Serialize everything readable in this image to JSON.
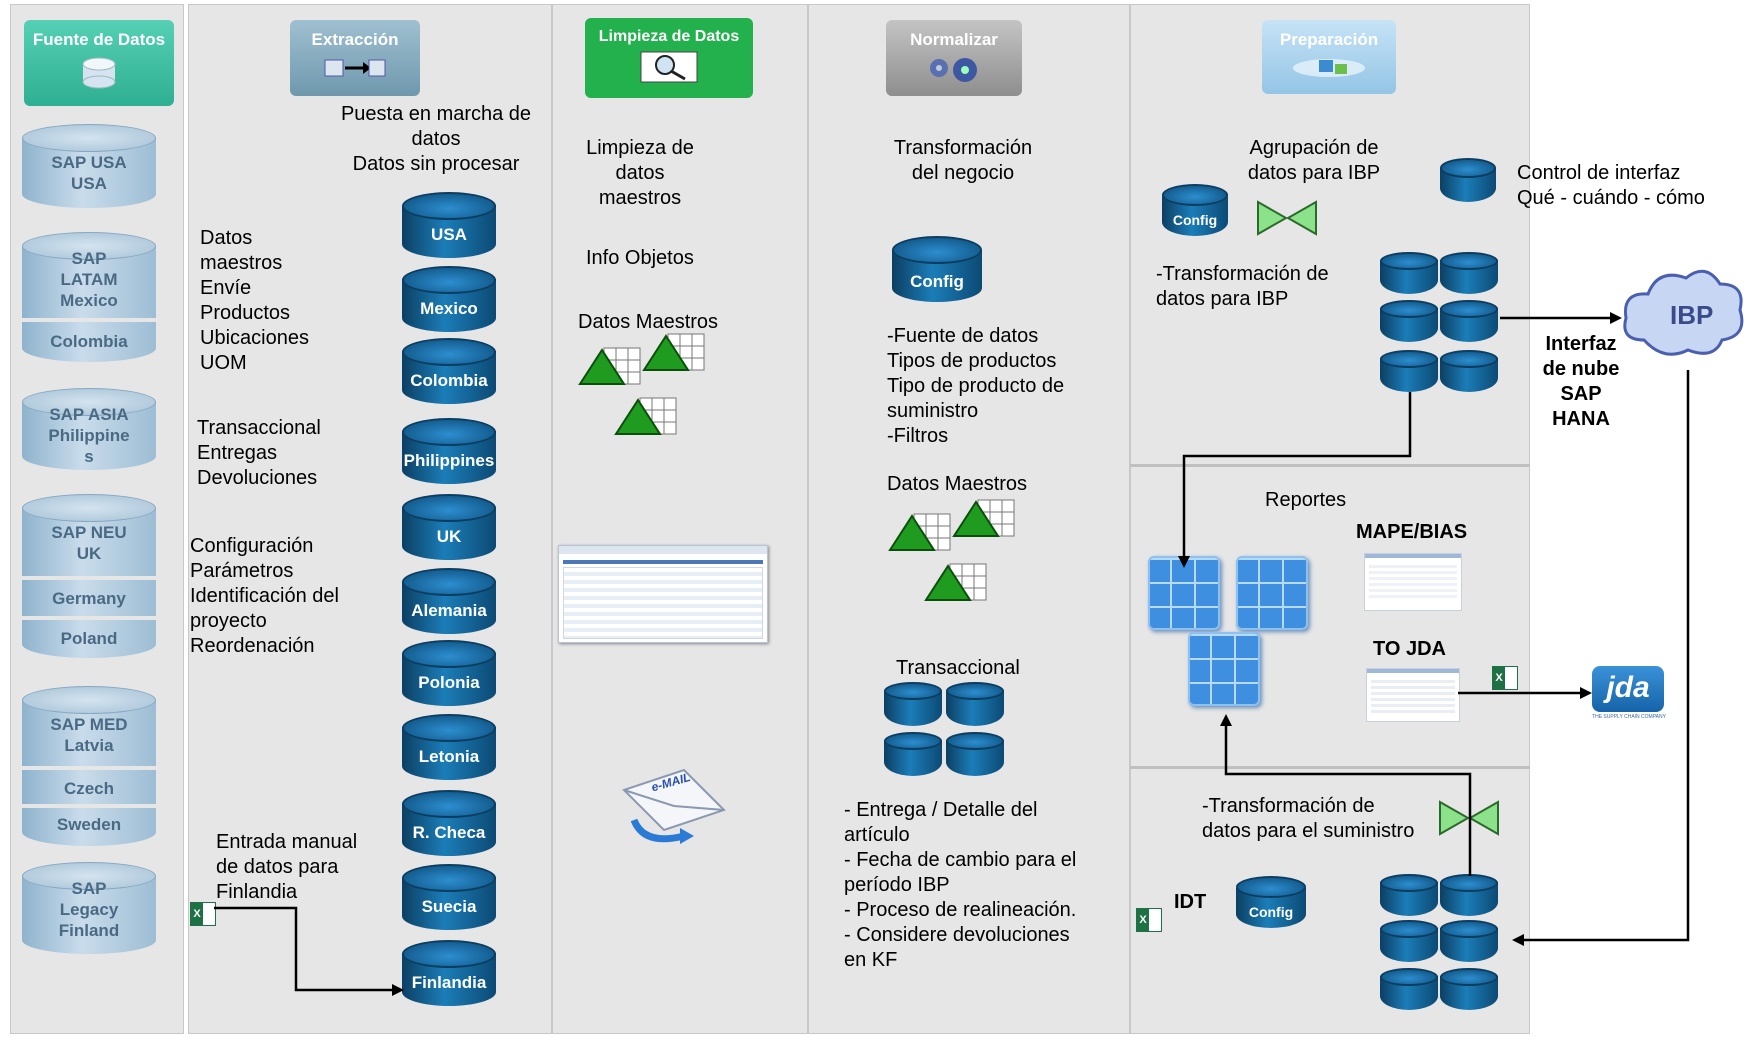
{
  "headers": {
    "fuente": "Fuente de Datos",
    "extraccion": "Extracción",
    "limpieza": "Limpieza de Datos",
    "normalizar": "Normalizar",
    "preparacion": "Preparación"
  },
  "sources": [
    {
      "lines": [
        "SAP USA",
        "USA"
      ]
    },
    {
      "lines": [
        "SAP",
        "LATAM",
        "Mexico"
      ],
      "sub": [
        "Colombia"
      ]
    },
    {
      "lines": [
        "SAP ASIA",
        "Philippine",
        "s"
      ]
    },
    {
      "lines": [
        "SAP NEU",
        "UK"
      ],
      "sub": [
        "Germany",
        "Poland"
      ]
    },
    {
      "lines": [
        "SAP MED",
        "Latvia"
      ],
      "sub": [
        "Czech",
        "Sweden"
      ]
    },
    {
      "lines": [
        "SAP",
        "Legacy",
        "Finland"
      ]
    }
  ],
  "extraccion": {
    "heading": "Puesta en marcha de\ndatos\nDatos sin procesar",
    "maestros": "Datos\nmaestros\nEnvíe\nProductos\nUbicaciones\nUOM",
    "transaccional": "Transaccional\nEntregas\nDevoluciones",
    "configuracion": "Configuración\nParámetros\nIdentificación del\nproyecto\nReordenación",
    "manual": "Entrada manual\nde datos para\nFinlandia",
    "databases": [
      "USA",
      "Mexico",
      "Colombia",
      "Philippines",
      "UK",
      "Alemania",
      "Polonia",
      "Letonia",
      "R. Checa",
      "Suecia",
      "Finlandia"
    ]
  },
  "limpieza": {
    "title": "Limpieza de\ndatos\nmaestros",
    "info": "Info Objetos",
    "maestros": "Datos Maestros",
    "email_icon": "e-MAIL"
  },
  "normalizar": {
    "title": "Transformación\ndel negocio",
    "config": "Config",
    "fuente": "-Fuente de datos\nTipos de productos\nTipo de producto de\nsuministro\n-Filtros",
    "maestros": "Datos Maestros",
    "transaccional": "Transaccional",
    "notes": "- Entrega / Detalle del\nartículo\n- Fecha de cambio para el\nperíodo IBP\n- Proceso de realineación.\n- Considere devoluciones\nen KF"
  },
  "preparacion": {
    "agrupacion": "Agrupación de\ndatos para IBP",
    "config": "Config",
    "control": "Control de interfaz\nQué - cuándo - cómo",
    "transformacion": "-Transformación de\ndatos para IBP",
    "ibp": "IBP",
    "interfaz": "Interfaz\nde nube\nSAP\nHANA",
    "reportes": "Reportes",
    "mape": "MAPE/BIAS",
    "tojda": "TO JDA",
    "jda": "jda",
    "jda_tag": "THE SUPPLY CHAIN COMPANY",
    "transf_sum": "-Transformación de\ndatos para el suministro",
    "idt": "IDT",
    "config2": "Config"
  },
  "colors": {
    "fuente_header": "#3bbfa0",
    "extraccion_header": "#7ea6b9",
    "limpieza_header": "#22b14c",
    "normalizar_header": "#a0a0a0",
    "preparacion_header": "#a8d1ec",
    "db_blue": "#1b6ea8",
    "source_gray": "#b5cfe1"
  }
}
